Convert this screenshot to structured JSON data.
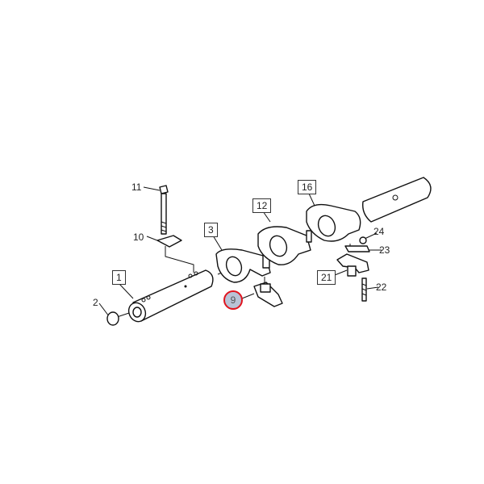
{
  "diagram": {
    "callouts": [
      {
        "id": "1",
        "boxed": true
      },
      {
        "id": "2",
        "boxed": false
      },
      {
        "id": "3",
        "boxed": true
      },
      {
        "id": "9",
        "boxed": false,
        "highlighted": true
      },
      {
        "id": "10",
        "boxed": false
      },
      {
        "id": "11",
        "boxed": false
      },
      {
        "id": "12",
        "boxed": true
      },
      {
        "id": "16",
        "boxed": true
      },
      {
        "id": "21",
        "boxed": true
      },
      {
        "id": "22",
        "boxed": false
      },
      {
        "id": "23",
        "boxed": false
      },
      {
        "id": "24",
        "boxed": false
      }
    ],
    "highlight_color": "#e0141e"
  }
}
